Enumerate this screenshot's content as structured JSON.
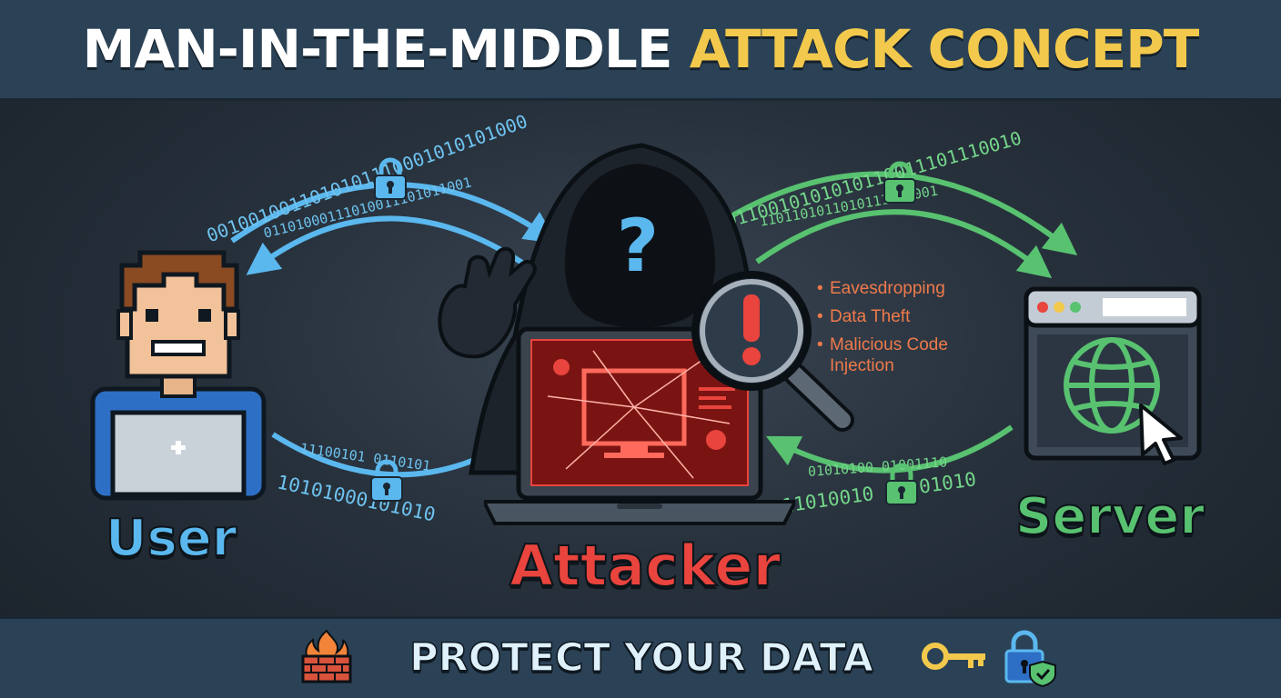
{
  "title": {
    "part1": "MAN-IN-THE-MIDDLE",
    "part2": "ATTACK CONCEPT"
  },
  "binary": {
    "user_top_outer": "0010010011010101110001010101000",
    "user_top_inner": "01101000111010011101011001",
    "user_bottom_outer": "10101000101010",
    "user_bottom_inner": "11100101 0110101",
    "server_top_outer": "0110010101010110011101110010",
    "server_top_inner": "1101101011010111011001",
    "server_bottom_outer": "11010010 01001010",
    "server_bottom_inner": "01010100 01001110"
  },
  "labels": {
    "user": "User",
    "attacker": "Attacker",
    "server": "Server"
  },
  "threats": [
    "Eavesdropping",
    "Data Theft",
    "Malicious Code Injection"
  ],
  "footer": {
    "text": "PROTECT YOUR DATA"
  },
  "icons": {
    "user": "pixel-person-with-laptop-icon",
    "attacker": "hooded-hacker-icon",
    "server": "browser-window-globe-icon",
    "magnifier": "magnifier-exclamation-icon",
    "lock": "padlock-icon",
    "firewall": "firewall-icon",
    "key": "key-icon",
    "shield_lock": "lock-shield-icon"
  },
  "colors": {
    "user": "#5bb8ee",
    "attacker": "#e9443d",
    "server": "#58c270",
    "title_highlight": "#f2c94c",
    "threat_text": "#f07a4a"
  }
}
